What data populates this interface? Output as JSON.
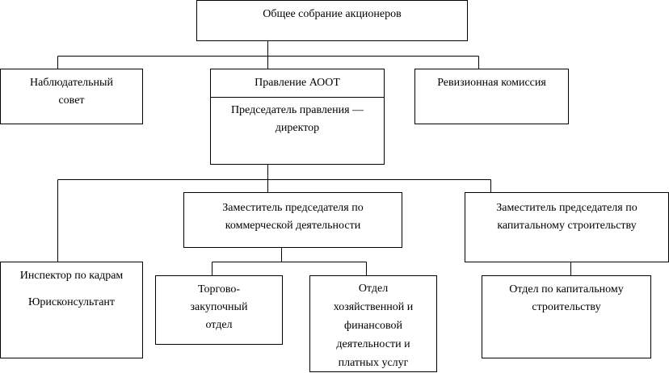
{
  "nodes": {
    "shareholders": "Общее собрание акционеров",
    "supervisory_board": "Наблюдательный совет",
    "board": "Правление АООТ",
    "board_chair": "Председатель правления — директор",
    "audit_commission": "Ревизионная комиссия",
    "deputy_commercial": "Заместитель председателя по коммерческой деятельности",
    "deputy_construction": "Заместитель председателя по капитальному строительству",
    "hr_inspector": "Инспектор по кадрам",
    "legal_counsel": "Юрисконсультант",
    "trade_procurement": "Торгово-закупочный отдел",
    "finance_dept": "Отдел хозяйственной и финансовой деятельности и платных услуг",
    "construction_dept": "Отдел по капитальному строительству"
  }
}
